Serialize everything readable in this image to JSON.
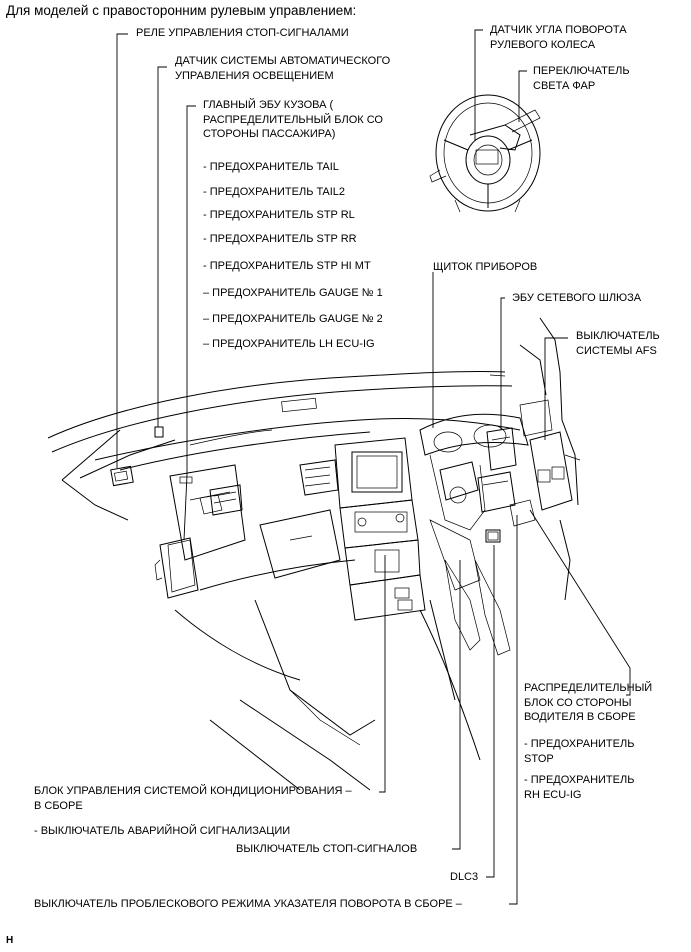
{
  "header": "Для моделей с правосторонним рулевым управлением:",
  "labels": {
    "stop_relay": "РЕЛЕ УПРАВЛЕНИЯ СТОП-СИГНАЛАМИ",
    "auto_light_sensor": [
      "ДАТЧИК СИСТЕМЫ АВТОМАТИЧЕСКОГО",
      "УПРАВЛЕНИЯ ОСВЕЩЕНИЕМ"
    ],
    "main_body_ecu": [
      "ГЛАВНЫЙ ЭБУ КУЗОВА (",
      "РАСПРЕДЕЛИТЕЛЬНЫЙ БЛОК СО",
      "СТОРОНЫ ПАССАЖИРА)"
    ],
    "fuses_left": [
      "- ПРЕДОХРАНИТЕЛЬ TAIL",
      "- ПРЕДОХРАНИТЕЛЬ TAIL2",
      "- ПРЕДОХРАНИТЕЛЬ STP RL",
      "- ПРЕДОХРАНИТЕЛЬ STP RR",
      "- ПРЕДОХРАНИТЕЛЬ STP HI MT",
      "– ПРЕДОХРАНИТЕЛЬ GAUGE № 1",
      "– ПРЕДОХРАНИТЕЛЬ GAUGE № 2",
      "– ПРЕДОХРАНИТЕЛЬ LH ECU-IG"
    ],
    "steering_angle_sensor": [
      "ДАТЧИК УГЛА ПОВОРОТА",
      "РУЛЕВОГО КОЛЕСА"
    ],
    "headlight_switch": [
      "ПЕРЕКЛЮЧАТЕЛЬ",
      "СВЕТА ФАР"
    ],
    "combination_meter": "ЩИТОК ПРИБОРОВ",
    "gateway_ecu": "ЭБУ СЕТЕВОГО ШЛЮЗА",
    "afs_switch": [
      "ВЫКЛЮЧАТЕЛЬ",
      "СИСТЕМЫ AFS"
    ],
    "driver_junction_block": [
      "РАСПРЕДЕЛИТЕЛЬНЫЙ",
      "БЛОК СО СТОРОНЫ",
      "ВОДИТЕЛЯ В СБОРЕ"
    ],
    "fuses_right": [
      [
        "- ПРЕДОХРАНИТЕЛЬ",
        "STOP"
      ],
      [
        "- ПРЕДОХРАНИТЕЛЬ",
        "RH ECU-IG"
      ]
    ],
    "ac_control": [
      "БЛОК УПРАВЛЕНИЯ СИСТЕМОЙ КОНДИЦИОНИРОВАНИЯ –",
      "В СБОРЕ"
    ],
    "hazard_switch": "- ВЫКЛЮЧАТЕЛЬ АВАРИЙНОЙ СИГНАЛИЗАЦИИ",
    "stop_light_switch": "ВЫКЛЮЧАТЕЛЬ СТОП-СИГНАЛОВ",
    "dlc3": "DLC3",
    "turn_flasher_switch": "ВЫКЛЮЧАТЕЛЬ ПРОБЛЕСКОВОГО РЕЖИМА УКАЗАТЕЛЯ ПОВОРОТА В СБОРЕ –"
  },
  "footer": "H"
}
